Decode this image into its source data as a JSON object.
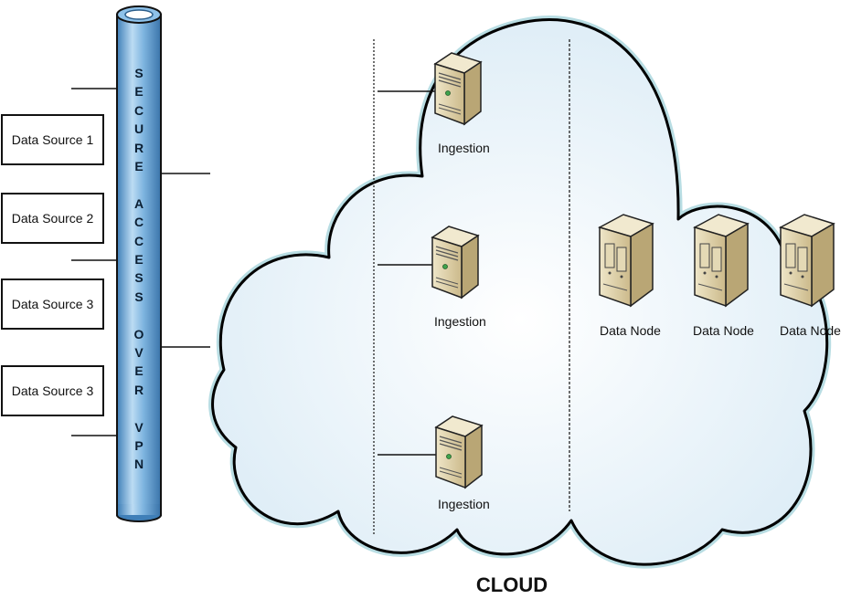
{
  "sources": [
    {
      "label": "Data Source 1"
    },
    {
      "label": "Data Source 2"
    },
    {
      "label": "Data Source 3"
    },
    {
      "label": "Data Source 3"
    }
  ],
  "pipe": {
    "letters": [
      "S",
      "E",
      "C",
      "U",
      "R",
      "E",
      "",
      "A",
      "C",
      "C",
      "E",
      "S",
      "S",
      "",
      "O",
      "V",
      "E",
      "R",
      "",
      "V",
      "P",
      "N"
    ]
  },
  "ingestion_nodes": [
    {
      "label": "Ingestion"
    },
    {
      "label": "Ingestion"
    },
    {
      "label": "Ingestion"
    }
  ],
  "data_nodes": [
    {
      "label": "Data Node"
    },
    {
      "label": "Data Node"
    },
    {
      "label": "Data Node"
    }
  ],
  "cloud": {
    "label": "CLOUD"
  },
  "colors": {
    "pipe": "#5b9bd5",
    "pipe_light": "#bcdcf3",
    "server": "#d9c99e",
    "cloud_fill": "#e8f4fb",
    "cloud_glow": "#b8dde3"
  }
}
